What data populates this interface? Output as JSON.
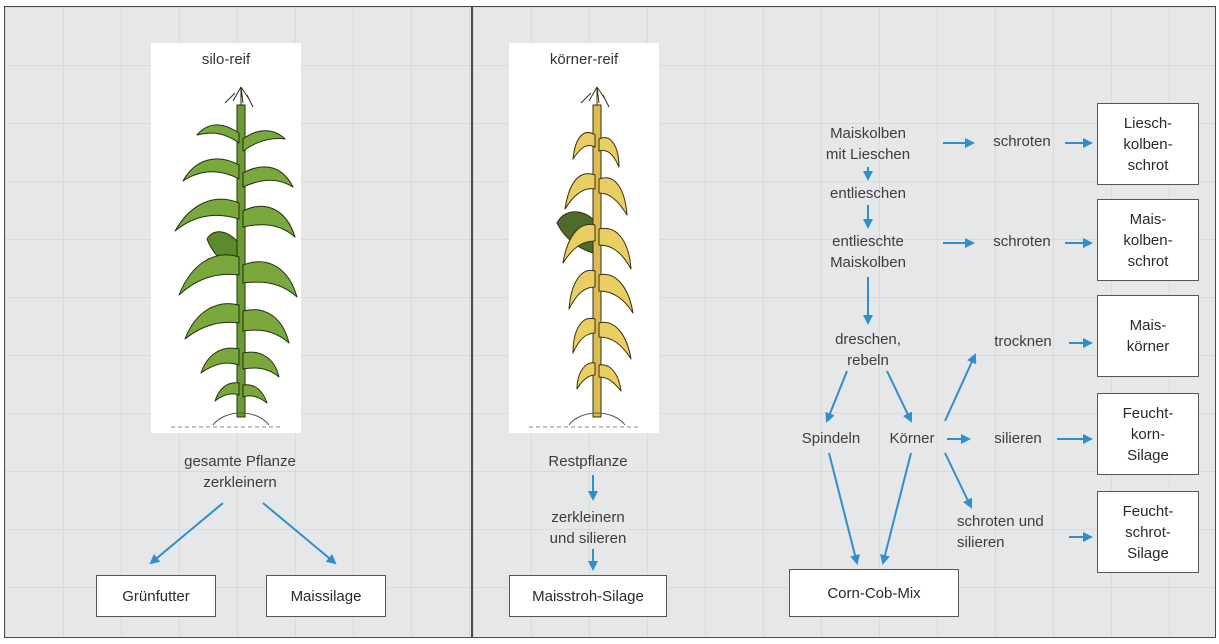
{
  "left_panel": {
    "stage_title": "silo-reif",
    "process_label": [
      "gesamte Pflanze",
      "zerkleinern"
    ],
    "outputs": [
      "Grünfutter",
      "Maissilage"
    ]
  },
  "right_panel": {
    "stage_title": "körner-reif",
    "rest_plant": {
      "label": "Restpflanze",
      "step": [
        "zerkleinern",
        "und silieren"
      ],
      "output": "Maisstroh-Silage"
    },
    "flow": {
      "cobs_with_husks": [
        "Maiskolben",
        "mit Lieschen"
      ],
      "dehusk": "entlieschen",
      "dehusked_cobs": [
        "entlieschte",
        "Maiskolben"
      ],
      "threshing": [
        "dreschen,",
        "rebeln"
      ],
      "spindles": "Spindeln",
      "kernels": "Körner",
      "grind_1": "schroten",
      "grind_2": "schroten",
      "dry": "trocknen",
      "ensile": "silieren",
      "grind_and_ensile": [
        "schroten und",
        "silieren"
      ],
      "mix_output": "Corn-Cob-Mix"
    },
    "products": {
      "husk_cob_meal": [
        "Liesch-",
        "kolben-",
        "schrot"
      ],
      "cob_meal": [
        "Mais-",
        "kolben-",
        "schrot"
      ],
      "kernels": [
        "Mais-",
        "körner"
      ],
      "moist_kernel_silage": [
        "Feucht-",
        "korn-",
        "Silage"
      ],
      "moist_meal_silage": [
        "Feucht-",
        "schrot-",
        "Silage"
      ]
    }
  },
  "colors": {
    "arrow": "#2e8fca",
    "panel_bg": "#e6e7e9",
    "green_leaf": "#7aa83c",
    "dry_leaf": "#e9cf63"
  },
  "icons": [
    "green-maize-plant-icon",
    "dry-maize-plant-icon"
  ]
}
